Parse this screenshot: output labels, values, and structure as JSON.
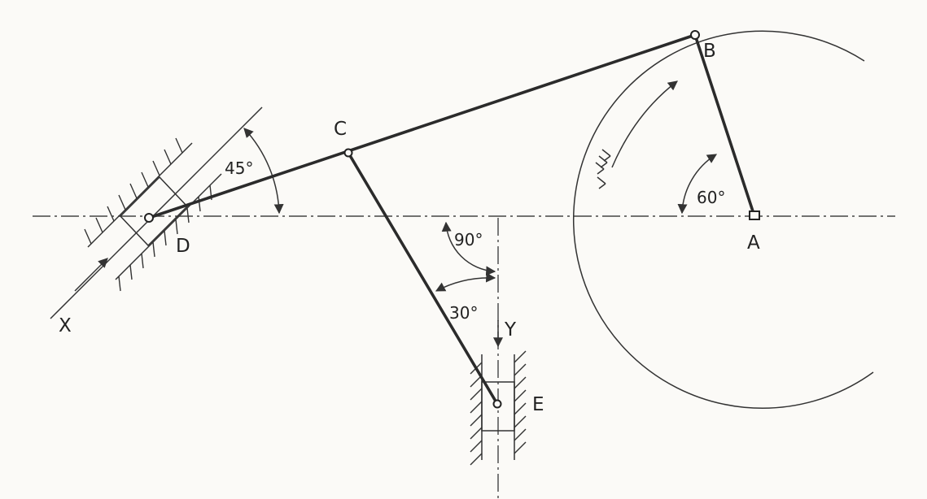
{
  "labels": {
    "a": "A",
    "b": "B",
    "c": "C",
    "d": "D",
    "e": "E",
    "x": "X",
    "y": "Y"
  },
  "angles": {
    "at_a": "60°",
    "at_d": "45°",
    "right_angle": "90°",
    "at_e": "30°"
  },
  "colors": {
    "ink": "#2b2b2b",
    "paper": "#fbfaf7"
  }
}
